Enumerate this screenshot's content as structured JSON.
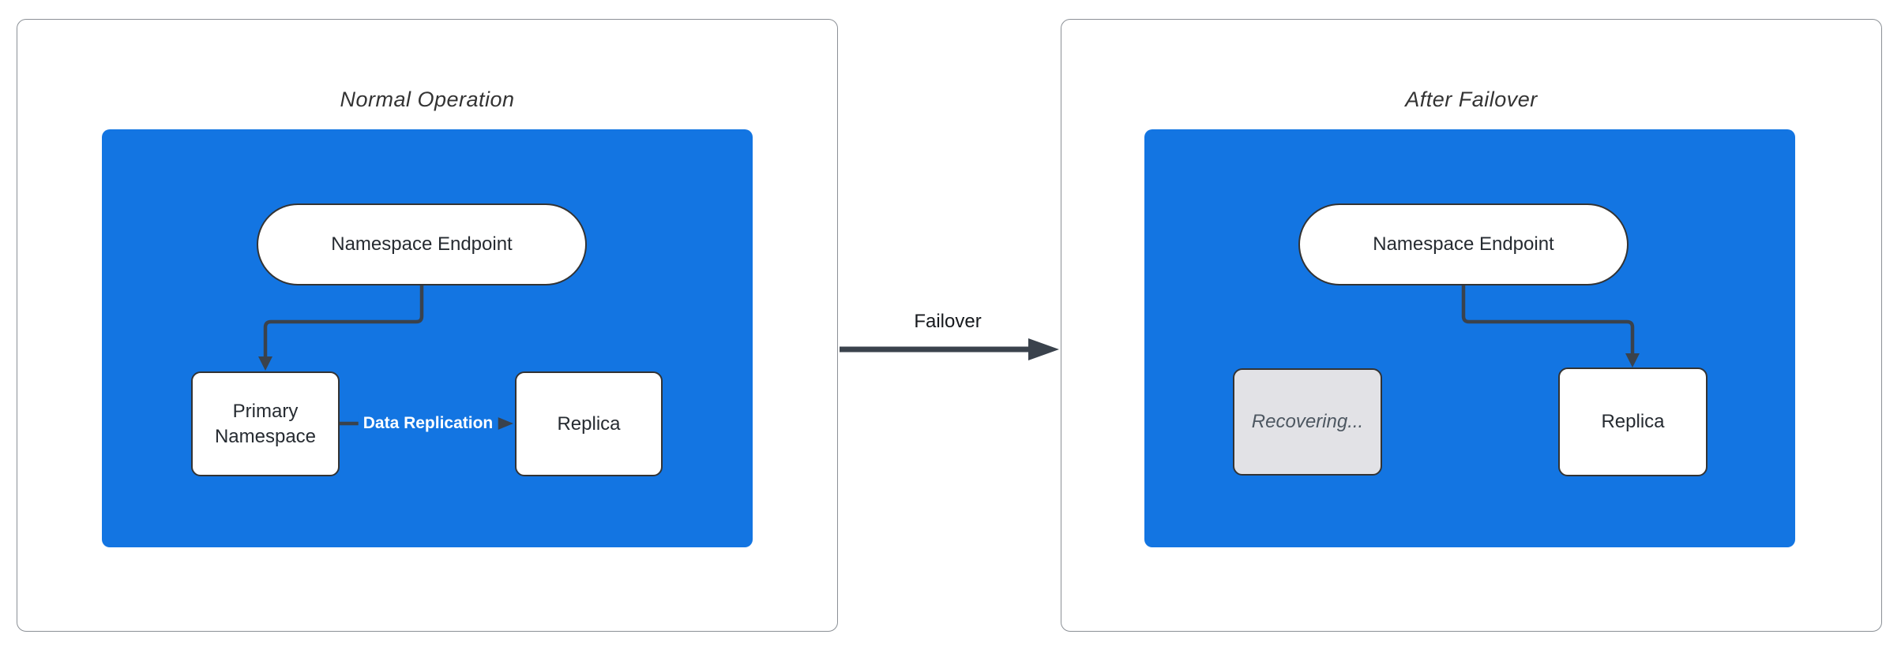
{
  "diagram": {
    "panels": [
      {
        "title": "Normal Operation",
        "nodes": {
          "endpoint": "Namespace Endpoint",
          "primary": "Primary Namespace",
          "replica": "Replica"
        },
        "edges": {
          "replication_label": "Data Replication"
        }
      },
      {
        "title": "After Failover",
        "nodes": {
          "endpoint": "Namespace Endpoint",
          "recovering": "Recovering...",
          "replica": "Replica"
        }
      }
    ],
    "connector": {
      "label": "Failover"
    }
  },
  "colors": {
    "container_blue": "#1375E2",
    "node_fill": "#FFFFFF",
    "node_border": "#333333",
    "edge_stroke": "#3A424C",
    "recovering_fill": "#E2E2E6",
    "recovering_text": "#4D5761",
    "panel_border": "#8B9096",
    "title_text": "#333333",
    "node_text": "#262B31",
    "edge_label_on_blue": "#FFFFFF",
    "connector_label_text": "#16191D",
    "page_bg": "#FFFFFF"
  }
}
